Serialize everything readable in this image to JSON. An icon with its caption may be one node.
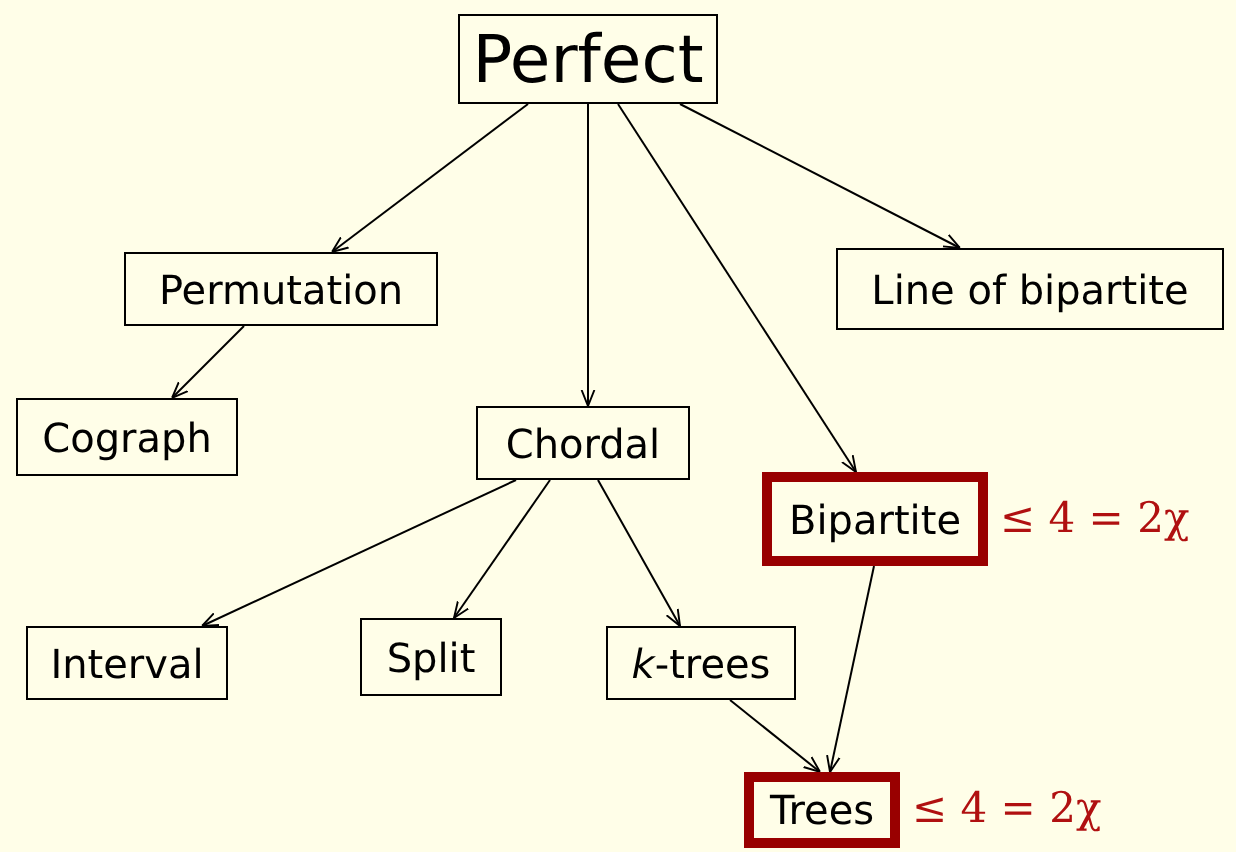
{
  "diagram": {
    "nodes": [
      {
        "text": [
          "Perfect"
        ]
      },
      {
        "text": [
          "Permutation"
        ]
      },
      {
        "text": [
          "Line of bipartite"
        ]
      },
      {
        "text": [
          "Cograph"
        ]
      },
      {
        "text": [
          "Chordal"
        ]
      },
      {
        "text": [
          "Bipartite"
        ],
        "beside": [
          "≤ 4 = 2χ"
        ]
      },
      {
        "text": [
          "Interval"
        ]
      },
      {
        "text": [
          "Split"
        ]
      },
      {
        "text": [
          "*k*-trees"
        ]
      },
      {
        "text": [
          "Trees"
        ],
        "beside": [
          "≤ 4 = 2χ"
        ]
      }
    ],
    "edges": [
      {
        "from": 0,
        "to": 1,
        "arrow": "to"
      },
      {
        "from": 0,
        "to": 4,
        "arrow": "to"
      },
      {
        "from": 0,
        "to": 5,
        "arrow": "to"
      },
      {
        "from": 0,
        "to": 2,
        "arrow": "to"
      },
      {
        "from": 1,
        "to": 3,
        "arrow": "to"
      },
      {
        "from": 4,
        "to": 6,
        "arrow": "to"
      },
      {
        "from": 4,
        "to": 7,
        "arrow": "to"
      },
      {
        "from": 4,
        "to": 8,
        "arrow": "to"
      },
      {
        "from": 8,
        "to": 9,
        "arrow": "to"
      },
      {
        "from": 5,
        "to": 9,
        "arrow": "to"
      }
    ]
  }
}
